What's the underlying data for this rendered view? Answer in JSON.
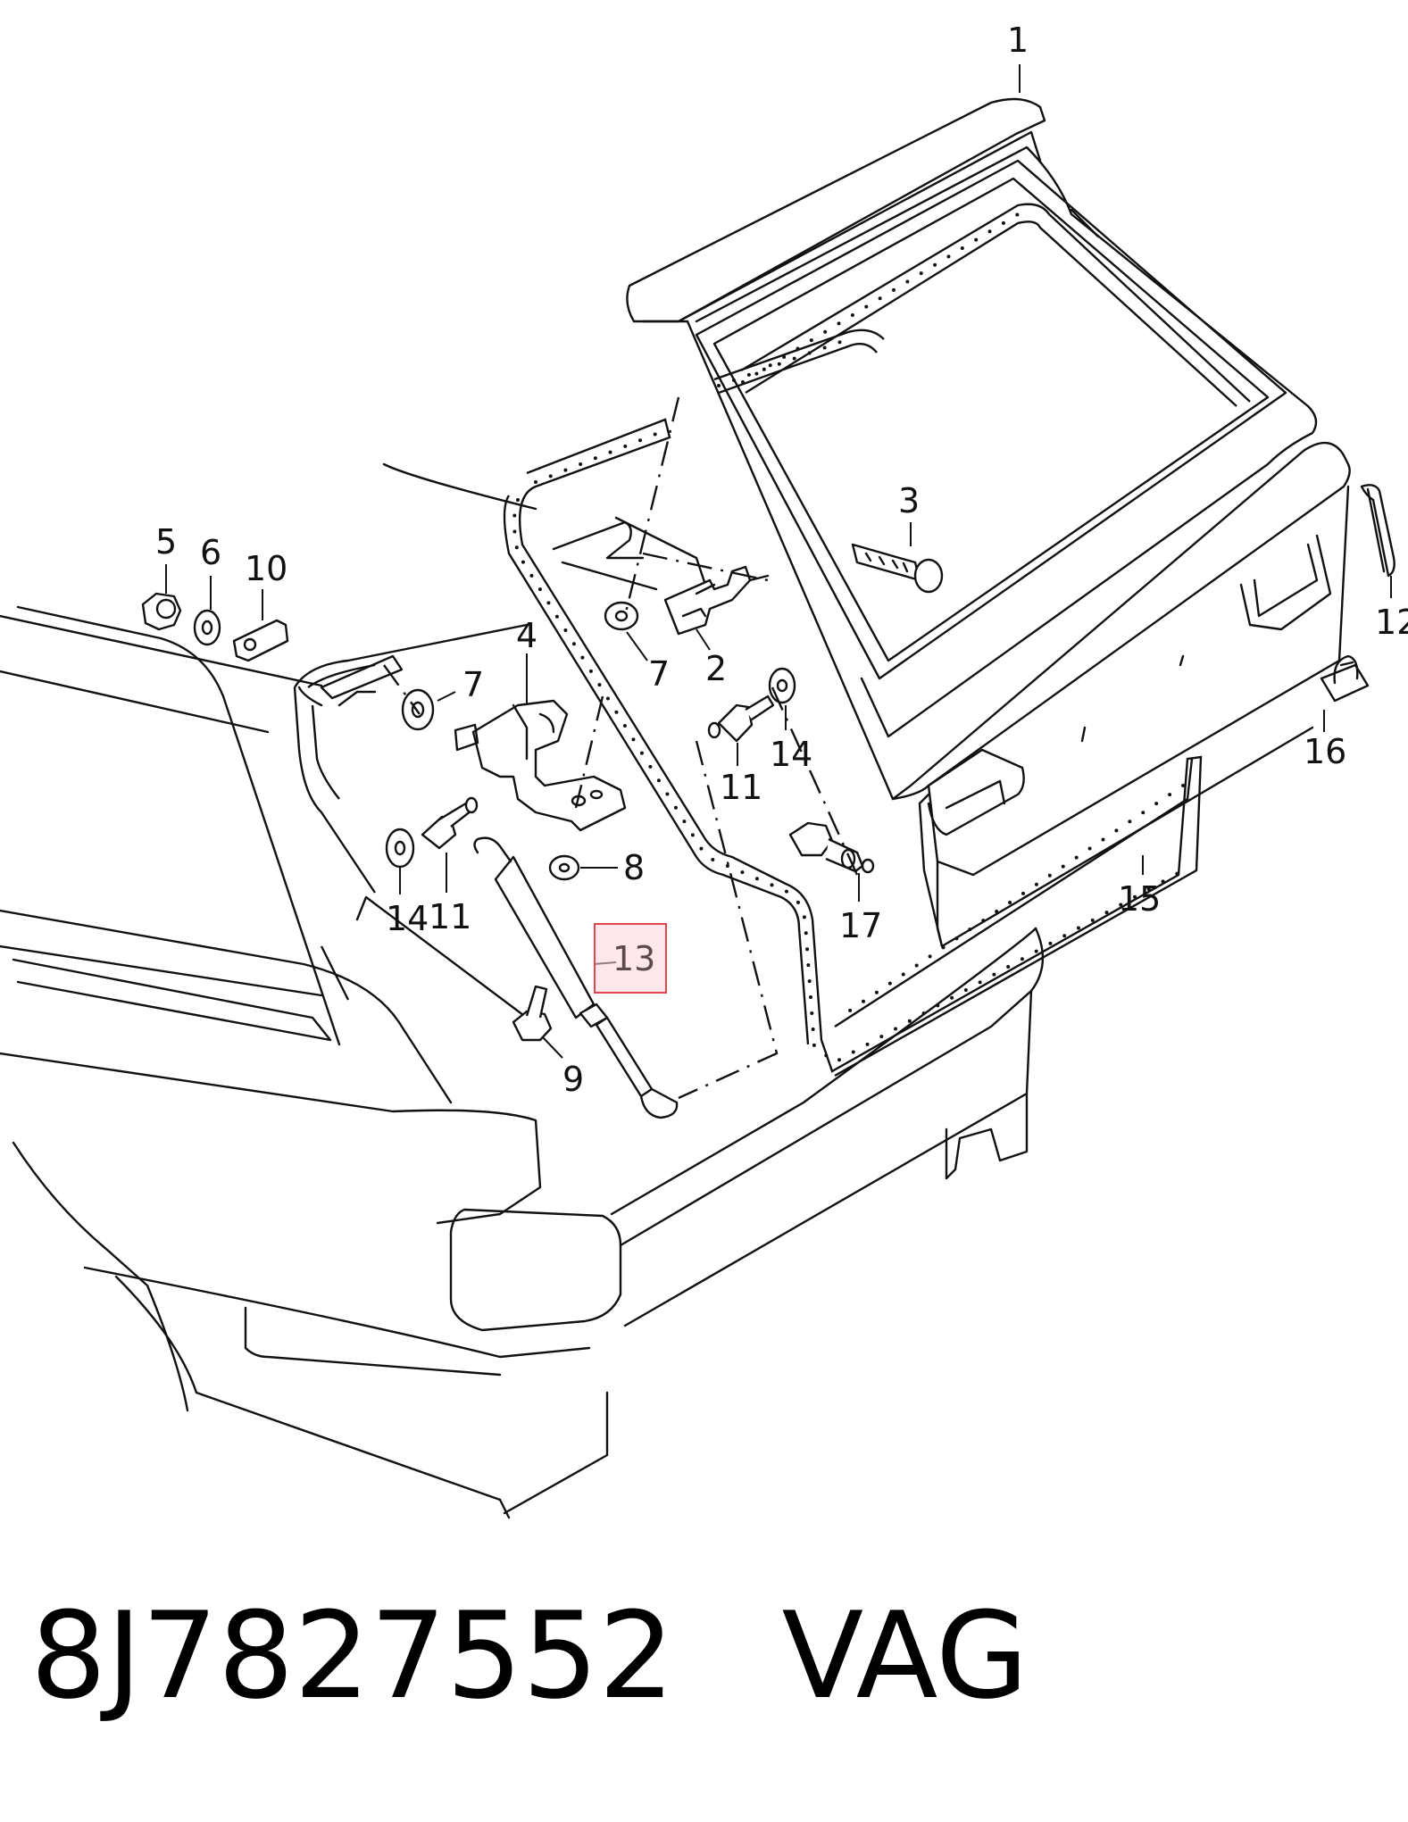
{
  "callouts": {
    "c1": "1",
    "c2": "2",
    "c3": "3",
    "c4": "4",
    "c5": "5",
    "c6": "6",
    "c7a": "7",
    "c7b": "7",
    "c8": "8",
    "c9": "9",
    "c10": "10",
    "c11a": "11",
    "c11b": "11",
    "c12": "12",
    "c13": "13",
    "c14a": "14",
    "c14b": "14",
    "c15": "15",
    "c16": "16",
    "c17": "17"
  },
  "highlight": {
    "label": "13",
    "color": "#e04650"
  },
  "caption": {
    "part_number": "8J7827552",
    "brand": "VAG"
  }
}
